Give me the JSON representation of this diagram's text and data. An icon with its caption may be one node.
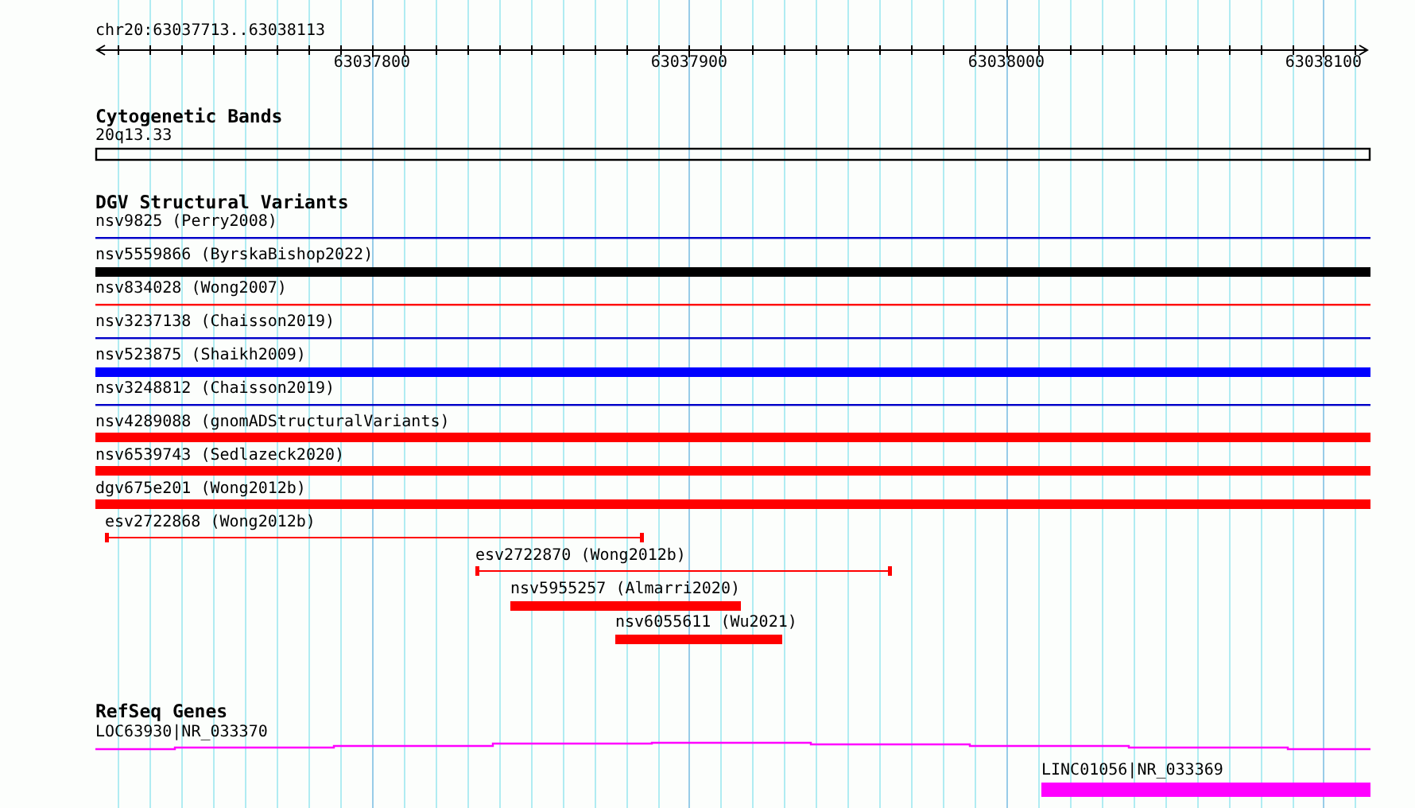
{
  "diagram": {
    "title": "chr20:63037713..63038113",
    "labels": [
      "63037800",
      "63037900",
      "63038000",
      "63038100",
      "Cytogenetic Bands",
      "20q13.33",
      "DGV Structural Variants",
      "nsv9825 (Perry2008)",
      "nsv5559866 (ByrskaBishop2022)",
      "nsv834028 (Wong2007)",
      "nsv3237138 (Chaisson2019)",
      "nsv523875 (Shaikh2009)",
      "nsv3248812 (Chaisson2019)",
      "nsv4289088 (gnomADStructuralVariants)",
      "nsv6539743 (Sedlazeck2020)",
      "dgv675e201 (Wong2012b)",
      "esv2722868 (Wong2012b)",
      "esv2722870 (Wong2012b)",
      "nsv5955257 (Almarri2020)",
      "nsv6055611 (Wu2021)",
      "RefSeq Genes",
      "LOC63930|NR_033370",
      "LINC01056|NR_033369"
    ]
  }
}
